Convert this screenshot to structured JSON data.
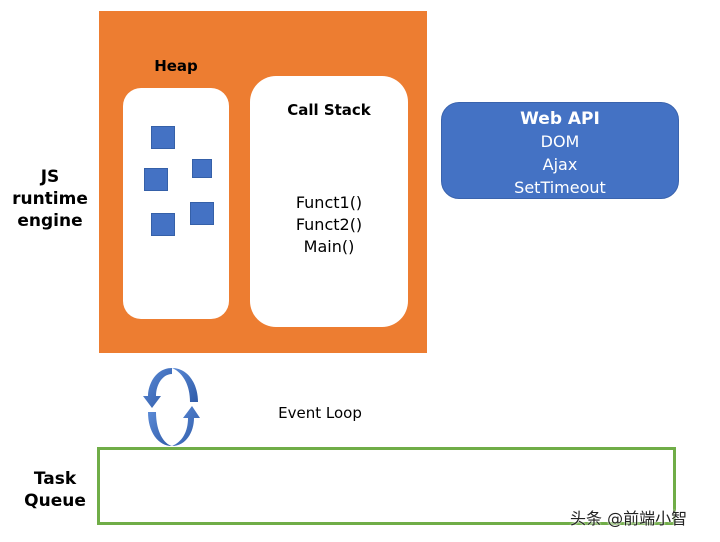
{
  "engine": {
    "label_lines": [
      "JS",
      "runtime",
      "engine"
    ],
    "color": "#ED7D31"
  },
  "heap": {
    "title": "Heap",
    "object_count": 5,
    "object_color": "#4472C4"
  },
  "call_stack": {
    "title": "Call Stack",
    "frames": [
      "Funct1()",
      "Funct2()",
      "Main()"
    ]
  },
  "web_api": {
    "title": "Web API",
    "items": [
      "DOM",
      "Ajax",
      "SetTimeout"
    ],
    "color": "#4472C4"
  },
  "event_loop": {
    "label": "Event Loop",
    "icon": "cycle-arrows-icon"
  },
  "task_queue": {
    "label_lines": [
      "Task",
      "Queue"
    ],
    "border_color": "#70AD47"
  },
  "watermark": "头条 @前端小智"
}
